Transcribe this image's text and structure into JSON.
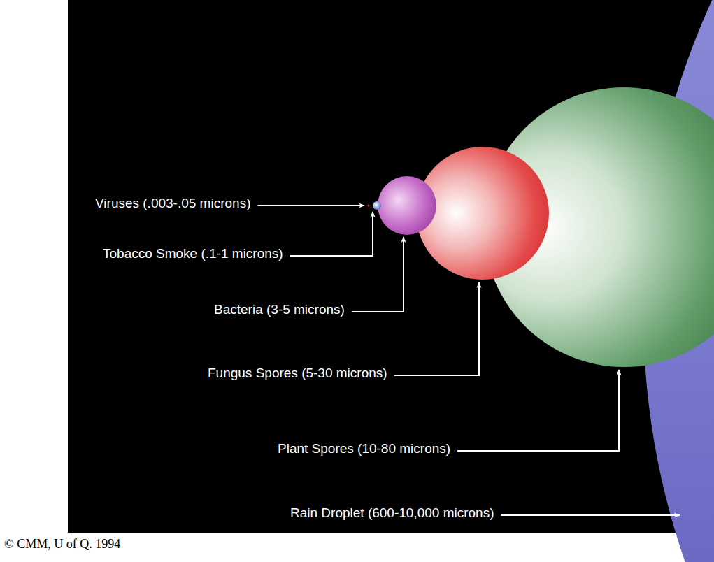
{
  "diagram": {
    "labels": [
      "Viruses (.003-.05 microns)",
      "Tobacco Smoke (.1-1 microns)",
      "Bacteria (3-5 microns)",
      "Fungus Spores (5-30 microns)",
      "Plant Spores (10-80 microns)",
      "Rain Droplet (600-10,000 microns)",
      "© CMM, U of Q. 1994"
    ]
  }
}
